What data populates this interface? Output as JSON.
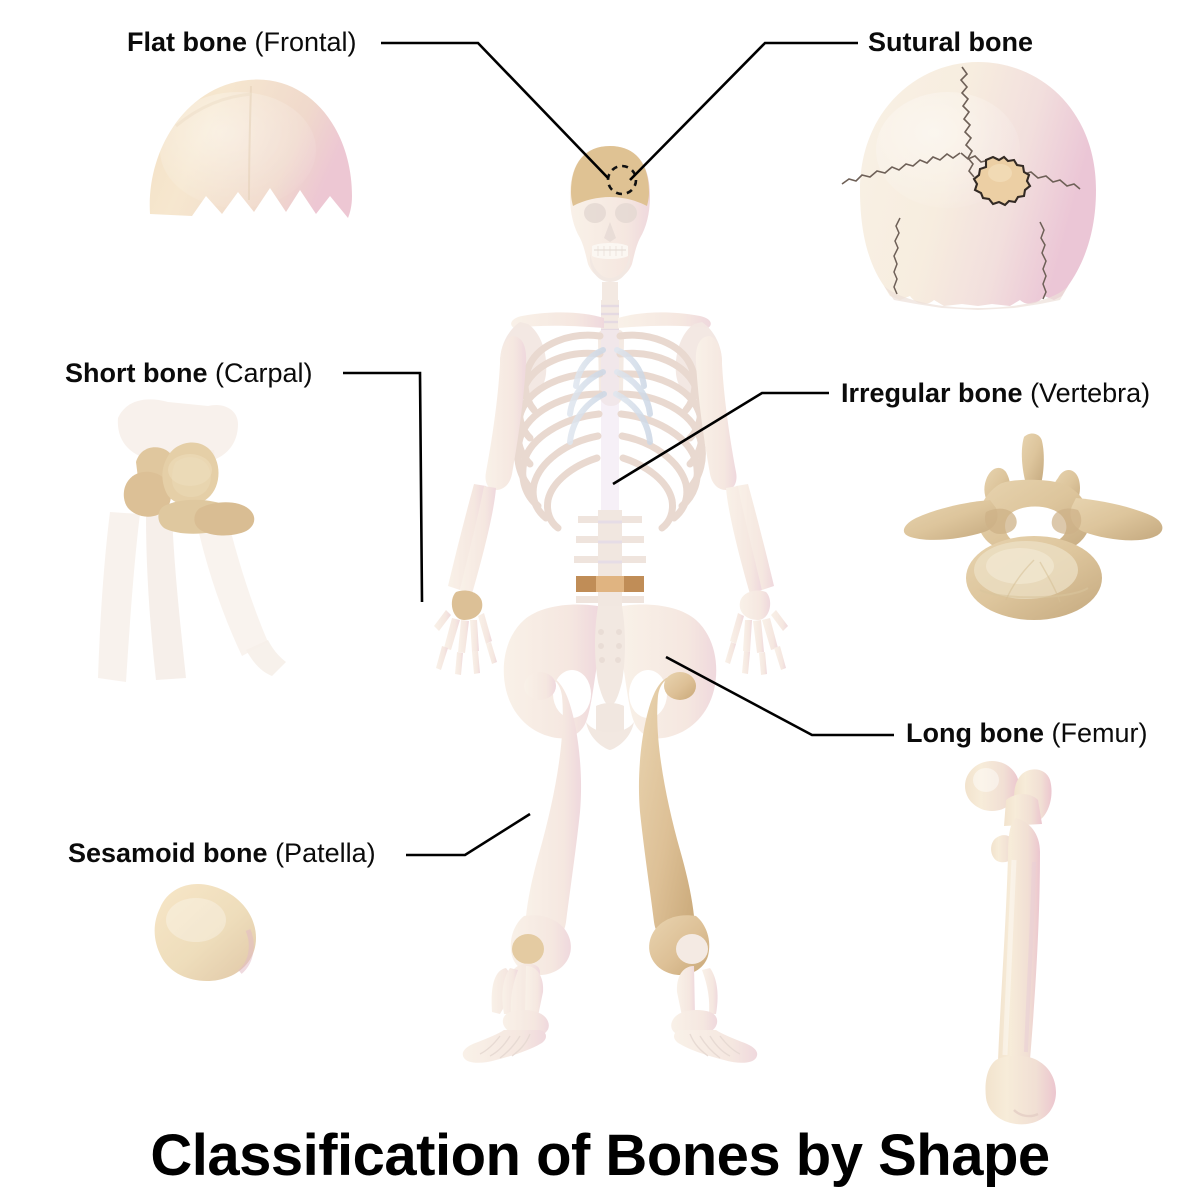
{
  "figure": {
    "title": "Classification of Bones by Shape",
    "background_color": "#ffffff",
    "leader_line_color": "#000000",
    "bone_color": "#f2e4d2",
    "highlight_color": "#d8b98a"
  },
  "labels": {
    "flat": {
      "bold": "Flat bone",
      "paren": "(Frontal)"
    },
    "sutural": {
      "bold": "Sutural bone",
      "paren": ""
    },
    "short": {
      "bold": "Short bone",
      "paren": "(Carpal)"
    },
    "irregular": {
      "bold": "Irregular bone",
      "paren": "(Vertebra)"
    },
    "long": {
      "bold": "Long bone",
      "paren": "(Femur)"
    },
    "sesamoid": {
      "bold": "Sesamoid bone",
      "paren": "(Patella)"
    }
  },
  "illustrations": {
    "frontal_bone": "flat-bone-frontal-illustration",
    "sutural_skull": "sutural-bone-skull-illustration",
    "carpal_wrist": "short-bone-carpal-illustration",
    "vertebra": "irregular-bone-vertebra-illustration",
    "femur": "long-bone-femur-illustration",
    "patella": "sesamoid-bone-patella-illustration",
    "skeleton": "full-skeleton-illustration"
  }
}
